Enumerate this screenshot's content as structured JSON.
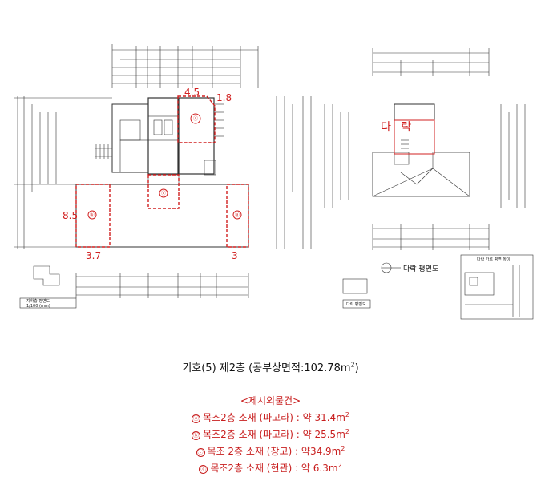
{
  "left_plan": {
    "labels": {
      "top_right_dim": "4.5",
      "top_right_dim2": "1.8",
      "left_dim": "8.5",
      "bottom_left_dim": "3.7",
      "bottom_right_dim": "3"
    },
    "region_symbols": [
      "ⓐ",
      "ⓑ",
      "ⓒ",
      "ⓓ"
    ],
    "legend_text": "지하층 평면도",
    "legend_text2": "1/100 (mm)"
  },
  "right_plan": {
    "room_label": "다 락",
    "floor_title": "다락 평면도",
    "legend_text": "다락 평면도",
    "legend_box": "다락 가로 평면 높이"
  },
  "caption": {
    "title_main": "기호(5) 제2층 (공부상면적:102.78m",
    "title_sup": "2",
    "title_close": ")"
  },
  "notes": {
    "heading": "<제시외물건>",
    "items": [
      {
        "symbol": "ⓐ",
        "text": "목조2층 소재 (파고라) : 약 31.4m",
        "sup": "2"
      },
      {
        "symbol": "ⓑ",
        "text": "목조2층 소재 (파고라) : 약 25.5m",
        "sup": "2"
      },
      {
        "symbol": "ⓒ",
        "text": "목조 2층 소재 (창고) : 약34.9m",
        "sup": "2"
      },
      {
        "symbol": "ⓓ",
        "text": "목조2층 소재 (현관) : 약 6.3m",
        "sup": "2"
      }
    ]
  },
  "colors": {
    "accent_red": "#d12020",
    "line": "#333333"
  }
}
